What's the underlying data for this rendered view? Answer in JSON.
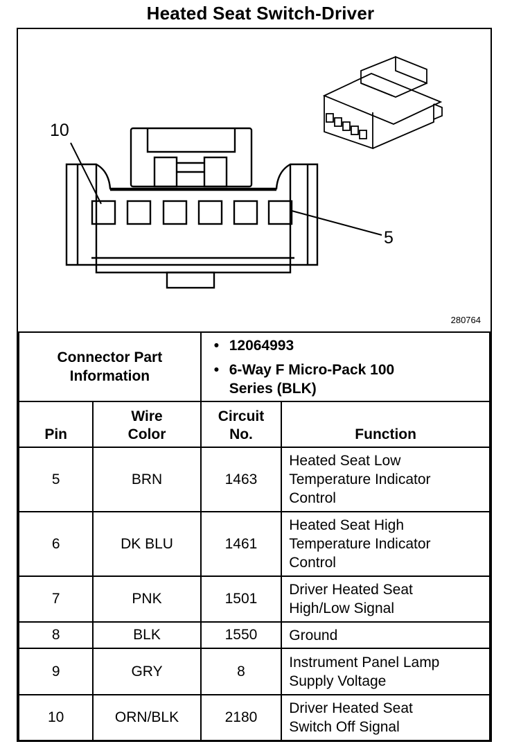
{
  "title": "Heated Seat Switch-Driver",
  "figure": {
    "figure_number": "280764",
    "pin_label_first": "10",
    "pin_label_last": "5"
  },
  "connector_info": {
    "label": "Connector Part Information",
    "items": [
      "12064993",
      "6-Way F Micro-Pack 100 Series (BLK)"
    ]
  },
  "table": {
    "headers": {
      "pin": "Pin",
      "wire_color": "Wire Color",
      "circuit_no": "Circuit No.",
      "function": "Function"
    },
    "rows": [
      {
        "pin": "5",
        "wire_color": "BRN",
        "circuit": "1463",
        "function": "Heated Seat Low Temperature Indicator Control"
      },
      {
        "pin": "6",
        "wire_color": "DK BLU",
        "circuit": "1461",
        "function": "Heated Seat High Temperature Indicator Control"
      },
      {
        "pin": "7",
        "wire_color": "PNK",
        "circuit": "1501",
        "function": "Driver Heated Seat High/Low Signal"
      },
      {
        "pin": "8",
        "wire_color": "BLK",
        "circuit": "1550",
        "function": "Ground"
      },
      {
        "pin": "9",
        "wire_color": "GRY",
        "circuit": "8",
        "function": "Instrument Panel Lamp Supply Voltage"
      },
      {
        "pin": "10",
        "wire_color": "ORN/BLK",
        "circuit": "2180",
        "function": "Driver Heated Seat Switch Off Signal"
      }
    ]
  }
}
